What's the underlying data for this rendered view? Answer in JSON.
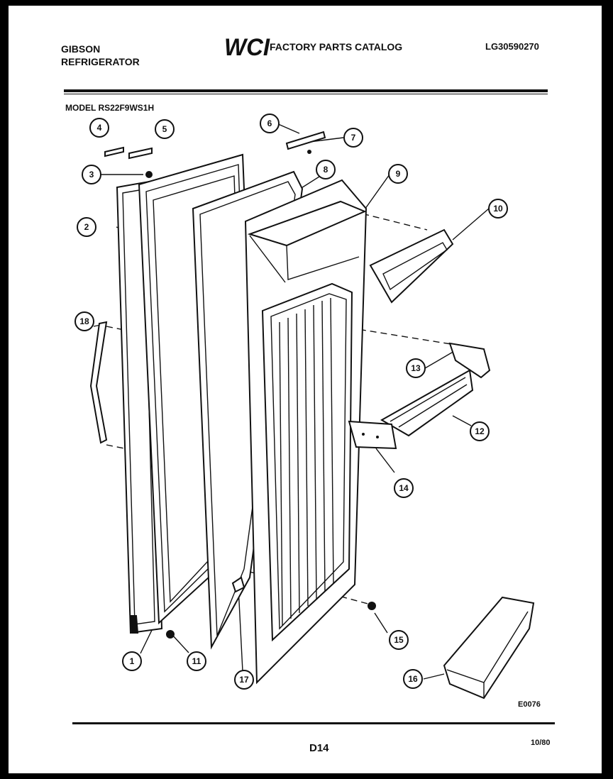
{
  "header": {
    "brand": "GIBSON",
    "product": "REFRIGERATOR",
    "logo": "WCI",
    "catalog_title": "FACTORY PARTS CATALOG",
    "catalog_number": "LG30590270",
    "model": "MODEL RS22F9WS1H"
  },
  "callouts": [
    "1",
    "2",
    "3",
    "4",
    "5",
    "6",
    "7",
    "8",
    "9",
    "10",
    "11",
    "12",
    "13",
    "14",
    "15",
    "16",
    "17",
    "18"
  ],
  "diagram_code": "E0076",
  "footer": {
    "page": "D14",
    "date": "10/80"
  }
}
